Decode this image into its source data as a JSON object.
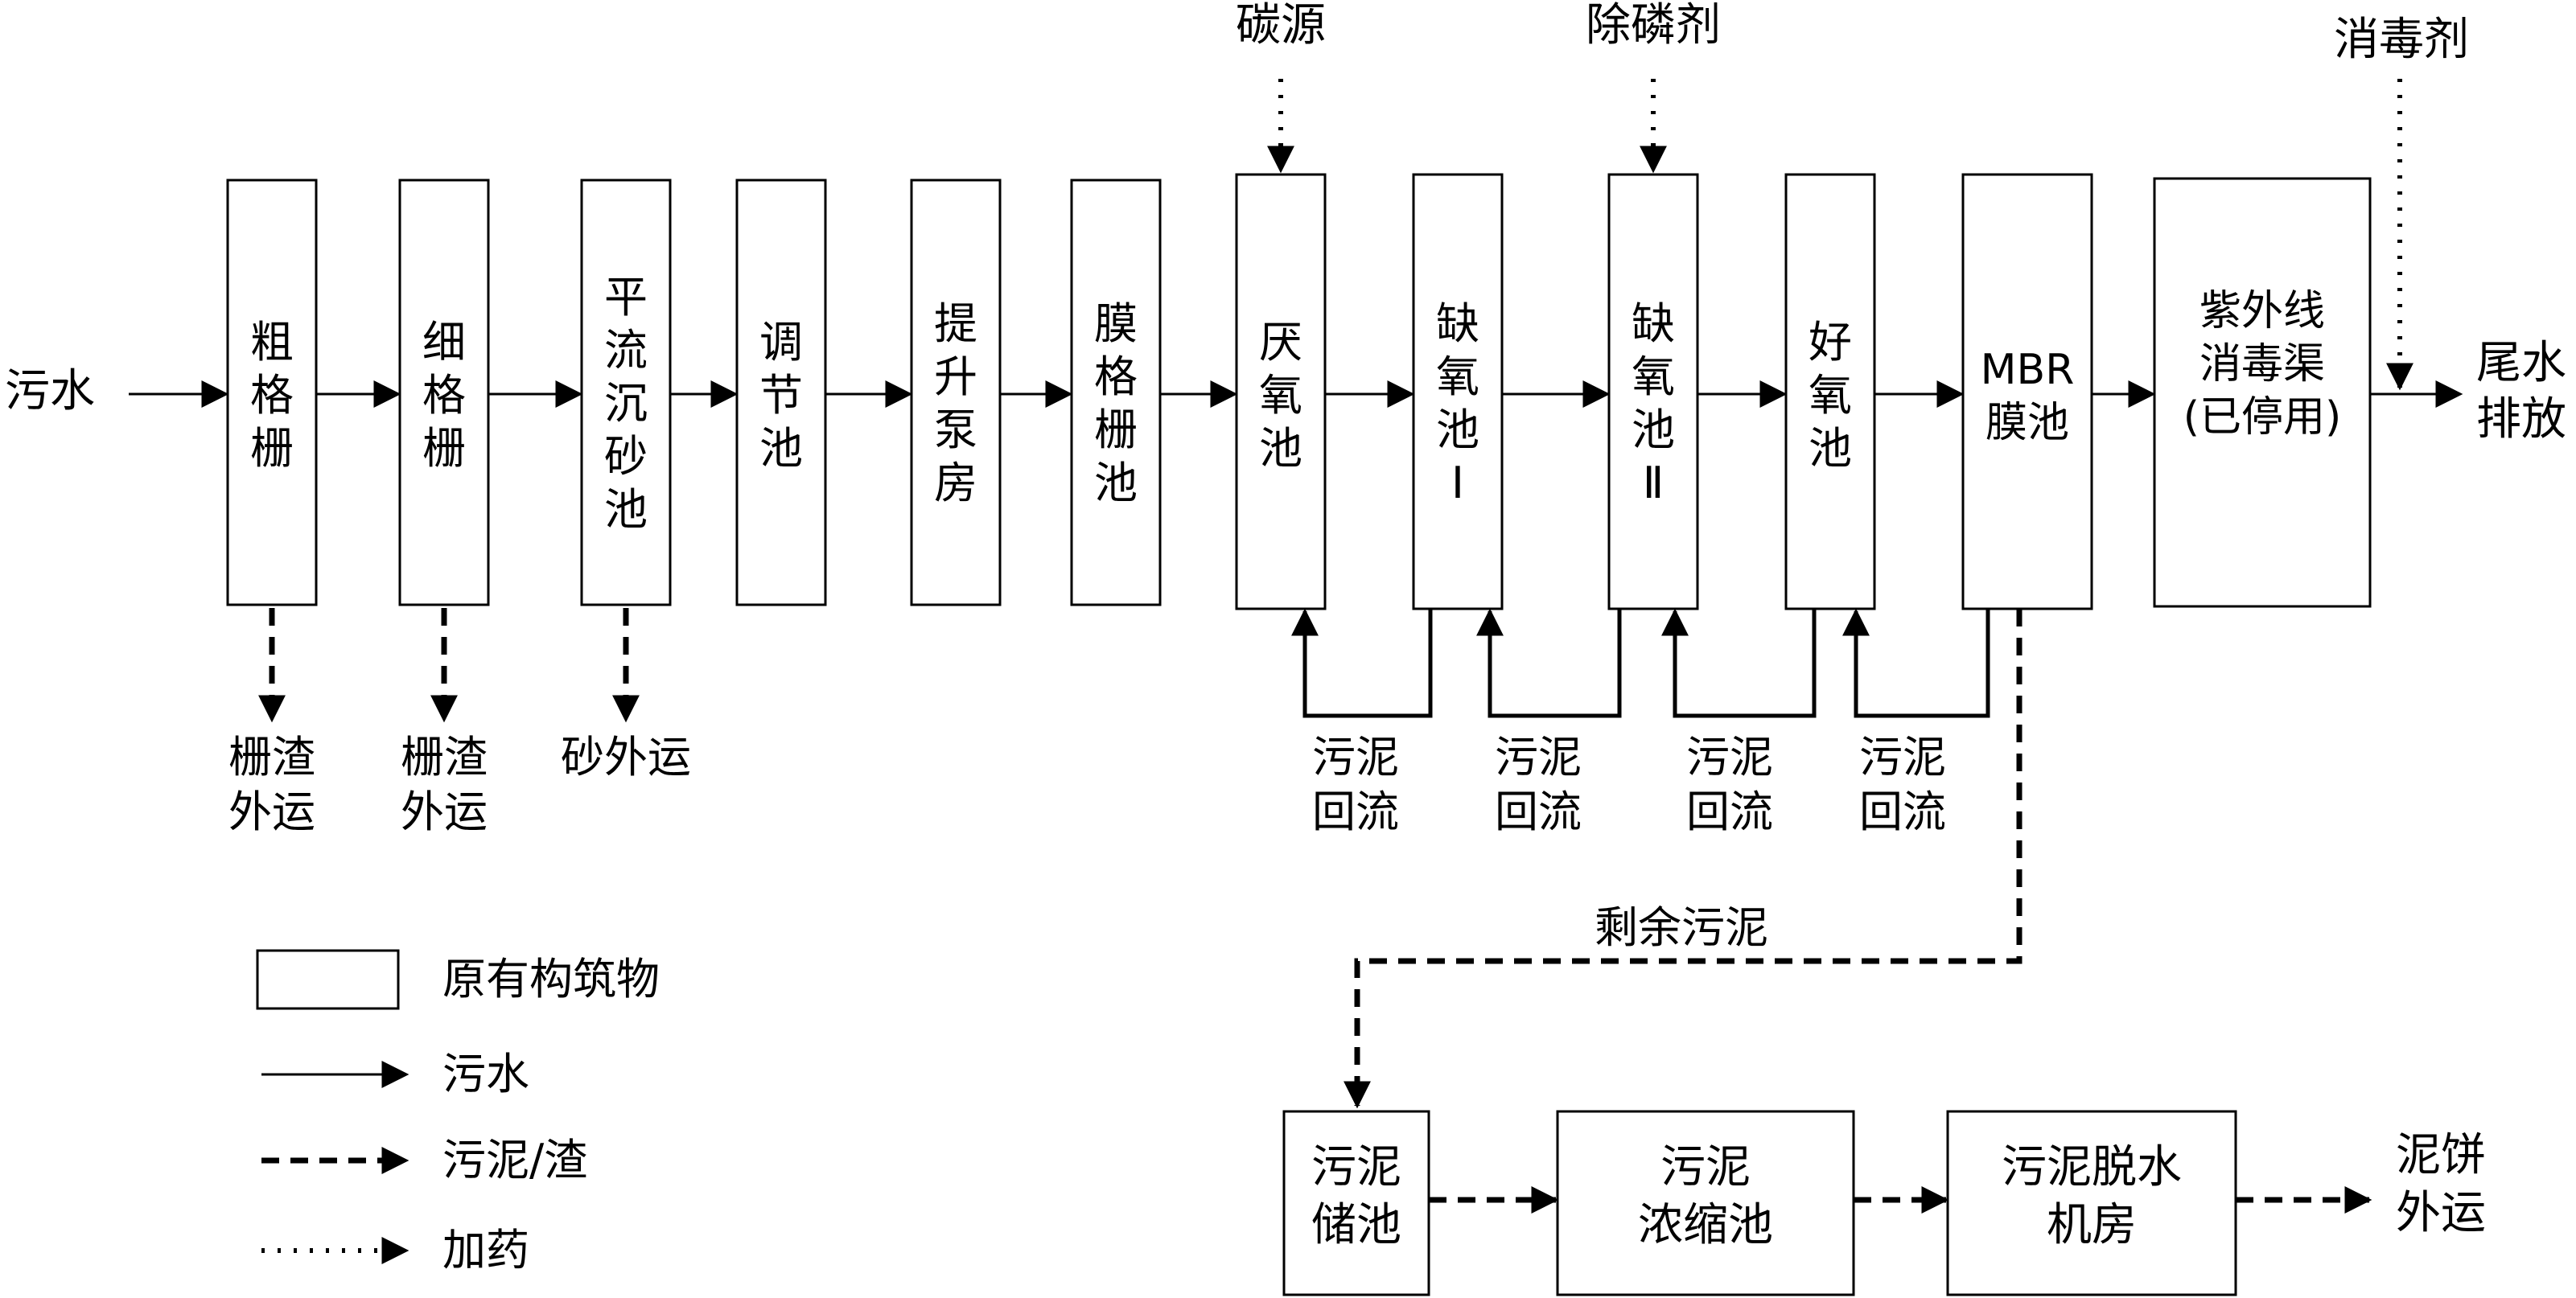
{
  "source_label": "污水",
  "units": [
    {
      "id": "coarse_screen",
      "lines": [
        "粗",
        "格",
        "栅"
      ]
    },
    {
      "id": "fine_screen",
      "lines": [
        "细",
        "格",
        "栅"
      ]
    },
    {
      "id": "grit_chamber",
      "lines": [
        "平",
        "流",
        "沉",
        "砂",
        "池"
      ]
    },
    {
      "id": "equalization_tank",
      "lines": [
        "调",
        "节",
        "池"
      ]
    },
    {
      "id": "lift_pump_house",
      "lines": [
        "提",
        "升",
        "泵",
        "房"
      ]
    },
    {
      "id": "membrane_screen_tank",
      "lines": [
        "膜",
        "格",
        "栅",
        "池"
      ]
    },
    {
      "id": "anaerobic_tank",
      "lines": [
        "厌",
        "氧",
        "池"
      ]
    },
    {
      "id": "anoxic_tank_1",
      "lines": [
        "缺",
        "氧",
        "池",
        "Ⅰ"
      ]
    },
    {
      "id": "anoxic_tank_2",
      "lines": [
        "缺",
        "氧",
        "池",
        "Ⅱ"
      ]
    },
    {
      "id": "aerobic_tank",
      "lines": [
        "好",
        "氧",
        "池"
      ]
    },
    {
      "id": "mbr_tank",
      "lines": [
        "MBR",
        "膜池"
      ]
    },
    {
      "id": "uv_channel",
      "lines": [
        "紫外线",
        "消毒渠",
        "(已停用)"
      ]
    }
  ],
  "outflow_label": [
    "尾水",
    "排放"
  ],
  "chemicals": [
    {
      "id": "carbon_source",
      "label": "碳源"
    },
    {
      "id": "phosphorus_removal_agent",
      "label": "除磷剂"
    },
    {
      "id": "disinfectant",
      "label": "消毒剂"
    }
  ],
  "screenings_outputs": [
    {
      "id": "screenings_1",
      "lines": [
        "栅渣",
        "外运"
      ]
    },
    {
      "id": "screenings_2",
      "lines": [
        "栅渣",
        "外运"
      ]
    },
    {
      "id": "grit_out",
      "lines": [
        "砂外运"
      ]
    }
  ],
  "sludge_return_labels": [
    [
      "污泥",
      "回流"
    ],
    [
      "污泥",
      "回流"
    ],
    [
      "污泥",
      "回流"
    ],
    [
      "污泥",
      "回流"
    ]
  ],
  "excess_sludge_label": "剩余污泥",
  "sludge_units": [
    {
      "id": "sludge_storage",
      "lines": [
        "污泥",
        "储池"
      ]
    },
    {
      "id": "sludge_thickener",
      "lines": [
        "污泥",
        "浓缩池"
      ]
    },
    {
      "id": "sludge_dewatering",
      "lines": [
        "污泥脱水",
        "机房"
      ]
    }
  ],
  "cake_output": [
    "泥饼",
    "外运"
  ],
  "legend": [
    {
      "kind": "box",
      "label": "原有构筑物"
    },
    {
      "kind": "solid",
      "label": "污水"
    },
    {
      "kind": "dashed",
      "label": "污泥/渣"
    },
    {
      "kind": "dotted",
      "label": "加药"
    }
  ]
}
